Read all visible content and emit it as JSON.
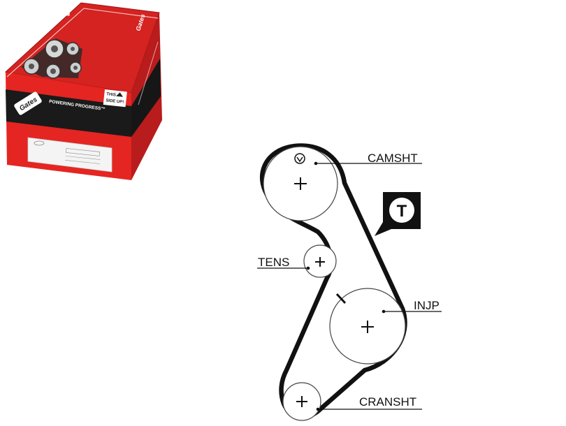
{
  "product_box": {
    "brand_logo": "Gates",
    "tagline": "POWERING PROGRESS™",
    "side_label_line1": "THIS",
    "side_label_line2": "SIDE UP!",
    "top_brand": "Gates",
    "colors": {
      "red": "#e52521",
      "dark_red": "#b31b1b",
      "black": "#1a1a1a",
      "label": "#f4f4f4"
    }
  },
  "belt_diagram": {
    "pulleys": [
      {
        "id": "camshaft",
        "label": "CAMSHT"
      },
      {
        "id": "tensioner",
        "label": "TENS"
      },
      {
        "id": "injection_pump",
        "label": "INJP"
      },
      {
        "id": "crankshaft",
        "label": "CRANSHT"
      }
    ],
    "badge_letter": "T",
    "belt_color": "#111111"
  }
}
